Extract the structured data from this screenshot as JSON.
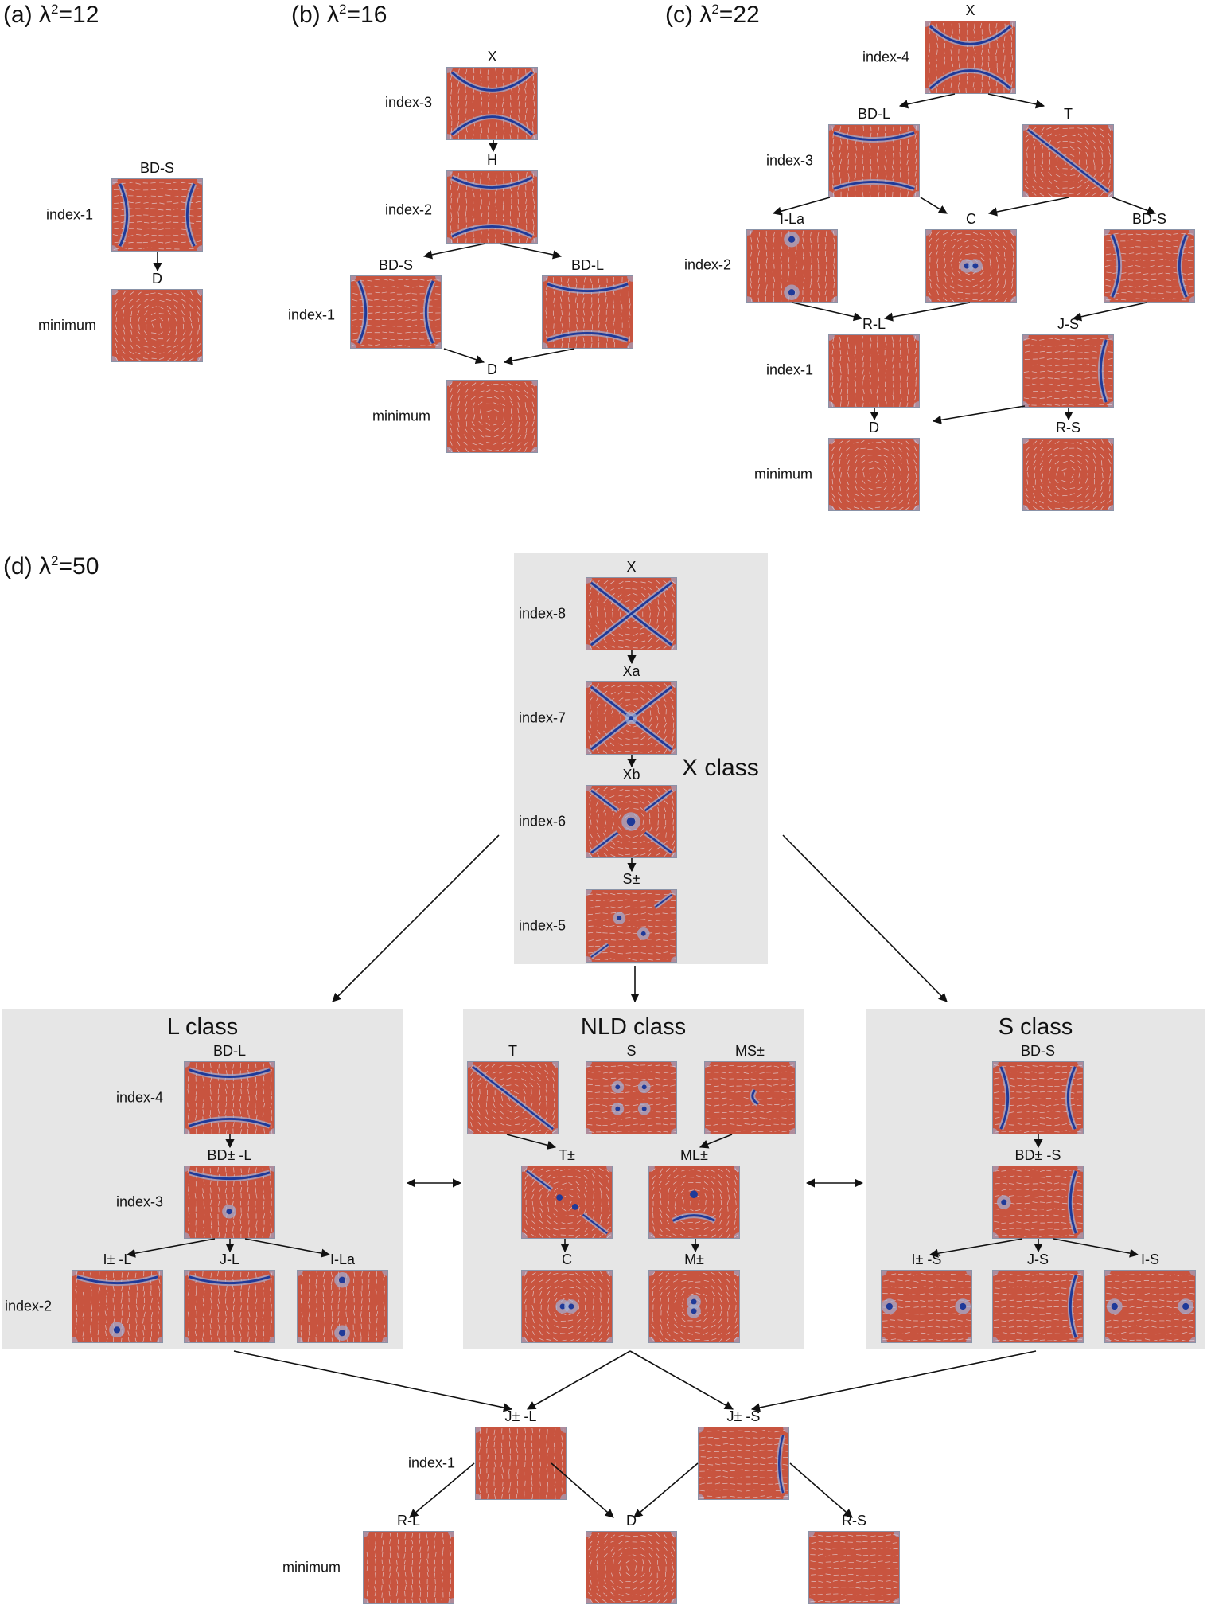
{
  "panels": {
    "a": {
      "label": "(a)",
      "lambda": "λ",
      "power": "2",
      "value": "=12"
    },
    "b": {
      "label": "(b)",
      "lambda": "λ",
      "power": "2",
      "value": "=16"
    },
    "c": {
      "label": "(c)",
      "lambda": "λ",
      "power": "2",
      "value": "=22"
    },
    "d": {
      "label": "(d)",
      "lambda": "λ",
      "power": "2",
      "value": "=50"
    }
  },
  "classes": {
    "x": "X class",
    "l": "L class",
    "nld": "NLD class",
    "s": "S class"
  },
  "index_labels": {
    "a1": "index-1",
    "a0": "minimum",
    "b3": "index-3",
    "b2": "index-2",
    "b1": "index-1",
    "b0": "minimum",
    "c4": "index-4",
    "c3": "index-3",
    "c2": "index-2",
    "c1": "index-1",
    "c0": "minimum",
    "d8": "index-8",
    "d7": "index-7",
    "d6": "index-6",
    "d5": "index-5",
    "d4": "index-4",
    "d3": "index-3",
    "d2": "index-2",
    "d1": "index-1",
    "d0": "minimum"
  },
  "nodes": {
    "a_bds": "BD-S",
    "a_d": "D",
    "b_x": "X",
    "b_h": "H",
    "b_bds": "BD-S",
    "b_bdl": "BD-L",
    "b_d": "D",
    "c_x": "X",
    "c_bdl": "BD-L",
    "c_t": "T",
    "c_ila": "I-La",
    "c_c": "C",
    "c_bds": "BD-S",
    "c_rl": "R-L",
    "c_js": "J-S",
    "c_d": "D",
    "c_rs": "R-S",
    "d_x": "X",
    "d_xa": "Xa",
    "d_xb": "Xb",
    "d_spm": "S±",
    "d_bdl": "BD-L",
    "d_bdpml": "BD± -L",
    "d_ipml": "I± -L",
    "d_jl": "J-L",
    "d_ila": "I-La",
    "d_t": "T",
    "d_s": "S",
    "d_mspm": "MS±",
    "d_tpm": "T±",
    "d_mlpm": "ML±",
    "d_c": "C",
    "d_mpm": "M±",
    "d_bds": "BD-S",
    "d_bdpms": "BD± -S",
    "d_ipms": "I± -S",
    "d_js": "J-S",
    "d_is": "I-S",
    "d_jpml": "J± -L",
    "d_jpms": "J± -S",
    "d_rl": "R-L",
    "d_d": "D",
    "d_rs": "R-S"
  },
  "colors": {
    "field": "#c8543f",
    "defect": "#1f3a99",
    "halo": "#9fb0d8",
    "rod": "#e8e6ee"
  }
}
